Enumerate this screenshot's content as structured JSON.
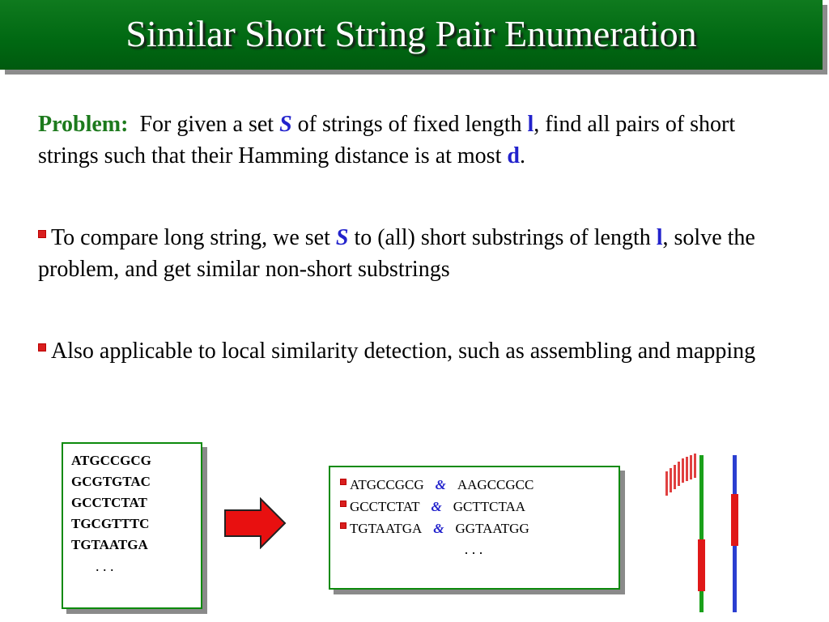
{
  "title": "Similar Short String Pair Enumeration",
  "problem": {
    "label": "Problem:",
    "text_1": "For given a set",
    "var_s": "S",
    "text_2": "of strings of fixed length",
    "var_l": "l",
    "text_3": ", find all pairs of short strings such that their Hamming distance is at most",
    "var_d": "d",
    "text_4": "."
  },
  "bullet_1": {
    "text_1": "To compare long string,  we set",
    "var_s": "S",
    "text_2": "to (all) short substrings of length",
    "var_l": "l",
    "text_3": ", solve the problem, and get similar non-short substrings"
  },
  "bullet_2": {
    "text": "Also applicable to local similarity detection, such as assembling and mapping"
  },
  "input_box": {
    "strings": [
      "ATGCCGCG",
      "GCGTGTAC",
      "GCCTCTAT",
      "TGCGTTTC",
      "TGTAATGA"
    ],
    "ellipsis": ". . ."
  },
  "output_box": {
    "pairs": [
      {
        "a": "ATGCCGCG",
        "amp": "&",
        "b": "AAGCCGCC"
      },
      {
        "a": "GCCTCTAT",
        "amp": "&",
        "b": "GCTTCTAA"
      },
      {
        "a": "TGTAATGA",
        "amp": "&",
        "b": "GGTAATGG"
      }
    ],
    "ellipsis": ". . ."
  },
  "colors": {
    "title_bg": "#006812",
    "problem_label": "#1d7a1d",
    "variable": "#2222cc",
    "bullet": "#d91e1e",
    "box_border": "#0c8a0c",
    "arrow_fill": "#e81010"
  },
  "icons": {
    "arrow": "right-arrow-icon",
    "bullet": "square-bullet-icon",
    "alignment": "sequence-alignment-diagram-icon"
  }
}
